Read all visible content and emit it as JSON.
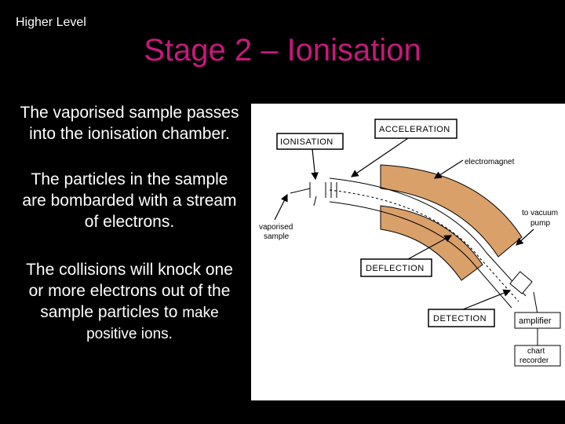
{
  "header": {
    "level": "Higher Level",
    "title": "Stage 2 – Ionisation"
  },
  "body": {
    "p1_line1": "The vaporised sample passes",
    "p1_line2": "into the ionisation chamber.",
    "p2_line1": "The particles in the sample",
    "p2_line2": "are bombarded with a stream",
    "p2_line3": "of electrons.",
    "p3_line1": "The collisions will knock one",
    "p3_line2": "or more electrons out of the",
    "p3_line3a": "sample particles to ",
    "p3_line3b": "make",
    "p3_line4": "positive ions."
  },
  "diagram": {
    "acceleration": "ACCELERATION",
    "ionisation": "IONISATION",
    "electromagnet": "electromagnet",
    "to_vacuum_1": "to vacuum",
    "to_vacuum_2": "pump",
    "vaporised_1": "vaporised",
    "vaporised_2": "sample",
    "deflection": "DEFLECTION",
    "detection": "DETECTION",
    "amplifier": "amplifier",
    "chart_1": "chart",
    "chart_2": "recorder"
  },
  "colors": {
    "title": "#c8187c",
    "text": "#ffffff",
    "magnet": "#d9a06a"
  }
}
